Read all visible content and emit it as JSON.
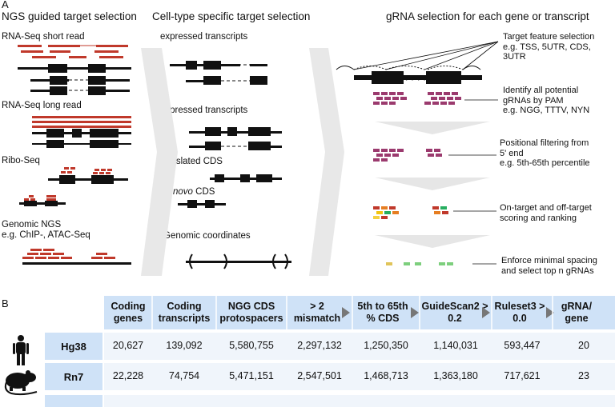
{
  "panel_a": {
    "letter": "A",
    "col1_title": "NGS guided target selection",
    "col2_title": "Cell-type specific target selection",
    "col3_title": "gRNA selection for each gene or transcript",
    "col1_labels": [
      "RNA-Seq  short read",
      "RNA-Seq long read",
      "Ribo-Seq",
      "Genomic NGS",
      "e.g. ChIP-, ATAC-Seq"
    ],
    "col2_labels": [
      "expressed transcripts",
      "expressed transcripts",
      "translated CDS",
      "de novo",
      "CDS",
      "Genomic coordinates"
    ],
    "steps": [
      {
        "lines": [
          "Target feature selection",
          "e.g. TSS, 5UTR, CDS,",
          "3UTR"
        ]
      },
      {
        "lines": [
          "Identify all potential",
          "gRNAs by PAM",
          "e.g. NGG, TTTV, NYN"
        ]
      },
      {
        "lines": [
          "Positional filtering from",
          "5' end",
          "e.g. 5th-65th percentile"
        ]
      },
      {
        "lines": [
          "On-target and off-target",
          "scoring and ranking"
        ]
      },
      {
        "lines": [
          "Enforce minimal spacing",
          "and select top n gRNAs"
        ]
      }
    ],
    "colors": {
      "read": "#c0392b",
      "gene": "#111111",
      "grna": "#9b3a6e",
      "arrow": "#e6e6e6"
    }
  },
  "panel_b": {
    "letter": "B",
    "headers": [
      "Coding genes",
      "Coding transcripts",
      "NGG CDS protospacers",
      "> 2 mismatch",
      "5th to 65th % CDS",
      "GuideScan2 > 0.2",
      "Ruleset3 > 0.0",
      "gRNA/ gene"
    ],
    "rows": [
      {
        "label": "Hg38",
        "icon": "human-icon",
        "values": [
          "20,627",
          "139,092",
          "5,580,755",
          "2,297,132",
          "1,250,350",
          "1,140,031",
          "593,447",
          "20"
        ]
      },
      {
        "label": "Rn7",
        "icon": "rat-icon",
        "values": [
          "22,228",
          "74,754",
          "5,471,151",
          "2,547,501",
          "1,468,713",
          "1,363,180",
          "717,621",
          "23"
        ]
      }
    ],
    "colors": {
      "header_bg": "#cfe2f7",
      "row_bg": "#f0f5fb"
    }
  }
}
